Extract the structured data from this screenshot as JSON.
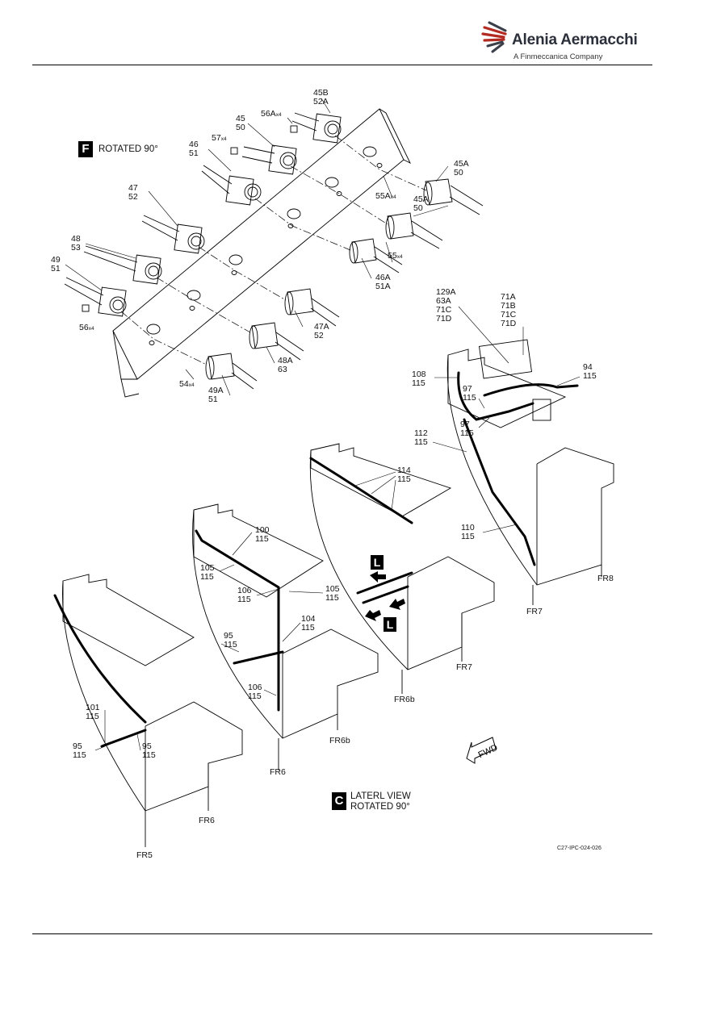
{
  "header": {
    "company": "Alenia Aermacchi",
    "subtitle": "A Finmeccanica Company"
  },
  "view_f": {
    "letter": "F",
    "title": "ROTATED 90°"
  },
  "view_c": {
    "letter": "C",
    "title_line1": "LATERL VIEW",
    "title_line2": "ROTATED 90°"
  },
  "view_l": {
    "letter": "L"
  },
  "fwd_label": "FWD",
  "figure_id": "C27-IPC-024-026",
  "callouts_f": [
    {
      "lines": [
        "45B",
        "52A"
      ]
    },
    {
      "lines": [
        "56A"
      ],
      "qty": "x4"
    },
    {
      "lines": [
        "45",
        "50"
      ]
    },
    {
      "lines": [
        "57"
      ],
      "qty": "x4"
    },
    {
      "lines": [
        "46",
        "51"
      ]
    },
    {
      "lines": [
        "47",
        "52"
      ]
    },
    {
      "lines": [
        "48",
        "53"
      ]
    },
    {
      "lines": [
        "49",
        "51"
      ]
    },
    {
      "lines": [
        "56"
      ],
      "qty": "x4"
    },
    {
      "lines": [
        "45A",
        "50"
      ]
    },
    {
      "lines": [
        "55A"
      ],
      "qty": "x4"
    },
    {
      "lines": [
        "45A",
        "50"
      ]
    },
    {
      "lines": [
        "55"
      ],
      "qty": "x4"
    },
    {
      "lines": [
        "46A",
        "51A"
      ]
    },
    {
      "lines": [
        "47A",
        "52"
      ]
    },
    {
      "lines": [
        "48A",
        "63"
      ]
    },
    {
      "lines": [
        "54"
      ],
      "qty": "x4"
    },
    {
      "lines": [
        "49A",
        "51"
      ]
    }
  ],
  "callouts_c": [
    {
      "lines": [
        "129A",
        "63A",
        "71C",
        "71D"
      ]
    },
    {
      "lines": [
        "71A",
        "71B",
        "71C",
        "71D"
      ]
    },
    {
      "lines": [
        "94",
        "115"
      ]
    },
    {
      "lines": [
        "108",
        "115"
      ]
    },
    {
      "lines": [
        "97",
        "115"
      ]
    },
    {
      "lines": [
        "97",
        "115"
      ]
    },
    {
      "lines": [
        "112",
        "115"
      ]
    },
    {
      "lines": [
        "114",
        "115"
      ]
    },
    {
      "lines": [
        "110",
        "115"
      ]
    },
    {
      "lines": [
        "100",
        "115"
      ]
    },
    {
      "lines": [
        "105",
        "115"
      ]
    },
    {
      "lines": [
        "106",
        "115"
      ]
    },
    {
      "lines": [
        "105",
        "115"
      ]
    },
    {
      "lines": [
        "104",
        "115"
      ]
    },
    {
      "lines": [
        "95",
        "115"
      ]
    },
    {
      "lines": [
        "106",
        "115"
      ]
    },
    {
      "lines": [
        "101",
        "115"
      ]
    },
    {
      "lines": [
        "95",
        "115"
      ]
    },
    {
      "lines": [
        "95",
        "115"
      ]
    }
  ],
  "frames": [
    "FR8",
    "FR7",
    "FR7",
    "FR6b",
    "FR6b",
    "FR6",
    "FR6",
    "FR5"
  ]
}
